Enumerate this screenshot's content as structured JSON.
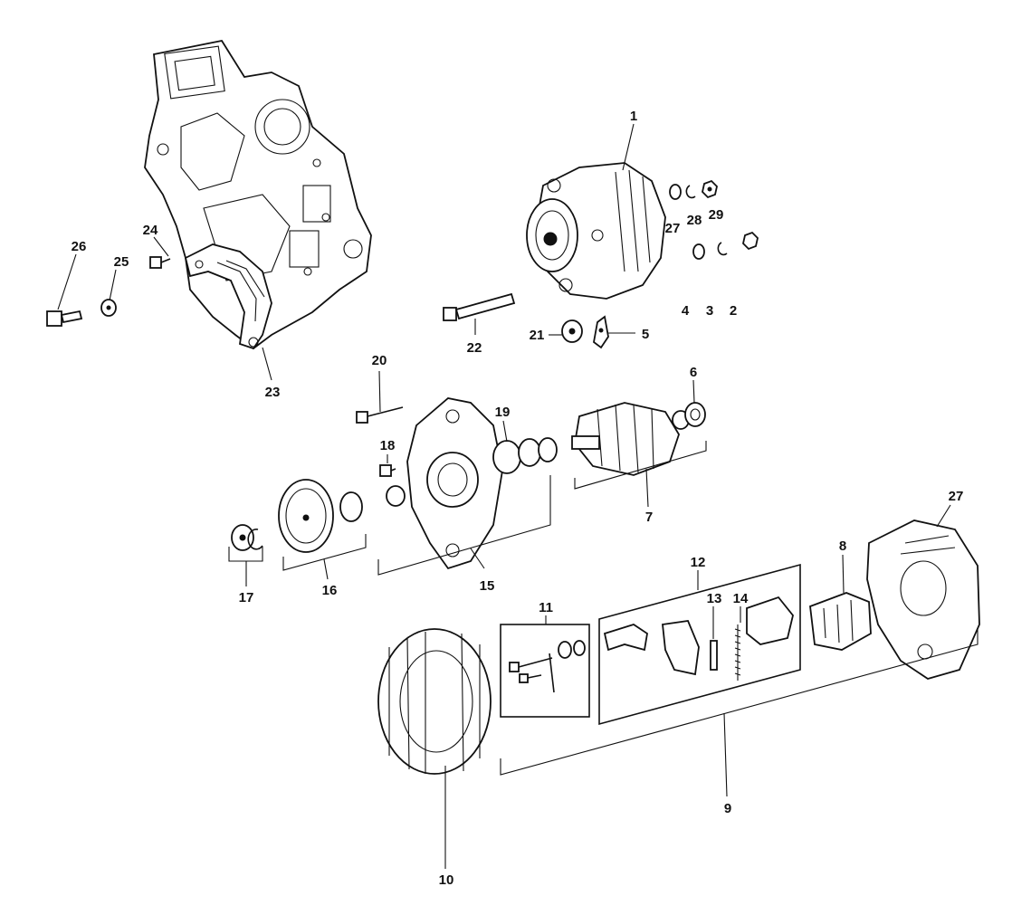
{
  "callouts": {
    "n1": "1",
    "n2": "2",
    "n3": "3",
    "n4": "4",
    "n5": "5",
    "n6": "6",
    "n7": "7",
    "n8": "8",
    "n9": "9",
    "n10": "10",
    "n11": "11",
    "n12": "12",
    "n13": "13",
    "n14": "14",
    "n15": "15",
    "n16": "16",
    "n17": "17",
    "n18": "18",
    "n19": "19",
    "n20": "20",
    "n21": "21",
    "n22": "22",
    "n23": "23",
    "n24": "24",
    "n25": "25",
    "n26": "26",
    "n27a": "27",
    "n27b": "27",
    "n28": "28",
    "n29": "29"
  }
}
